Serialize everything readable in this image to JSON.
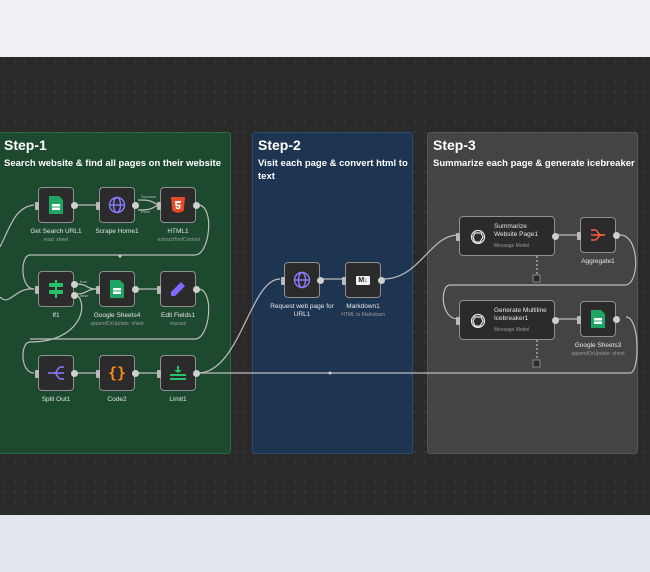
{
  "panels": [
    {
      "title": "Step-1",
      "subtitle": "Search website & find all pages on their website"
    },
    {
      "title": "Step-2",
      "subtitle": "Visit each page & convert html to text"
    },
    {
      "title": "Step-3",
      "subtitle": "Summarize each page & generate icebreaker"
    }
  ],
  "nodes": {
    "get_search": {
      "label": "Get Search URL1",
      "sub": "read: sheet"
    },
    "scrape_home": {
      "label": "Scrape Home1"
    },
    "html1": {
      "label": "HTML1",
      "sub": "extractHtmlContent"
    },
    "if1": {
      "label": "If1"
    },
    "sheets4": {
      "label": "Google Sheets4",
      "sub": "appendOrUpdate: sheet"
    },
    "edit_fields": {
      "label": "Edit Fields1",
      "sub": "manual"
    },
    "split_out": {
      "label": "Split Out1"
    },
    "code2": {
      "label": "Code2"
    },
    "limit1": {
      "label": "Limit1"
    },
    "request": {
      "label": "Request web page for URL1"
    },
    "markdown": {
      "label": "Markdown1",
      "sub": "HTML to Markdown"
    },
    "summarize": {
      "title": "Summarize Website Page1",
      "sub": "Message Model"
    },
    "aggregate": {
      "label": "Aggregate1"
    },
    "generate": {
      "title": "Generate Multiline Icebreaker1",
      "sub": "Message Model"
    },
    "sheets3": {
      "label": "Google Sheets3",
      "sub": "appendOrUpdate: sheet"
    }
  },
  "edge_labels": {
    "success": "Success",
    "error": "Error",
    "true": "true",
    "false": "false"
  },
  "colors": {
    "step1": "#1d4a2f",
    "step2": "#1e3552",
    "step3": "#444444",
    "canvas": "#2a2a2a"
  }
}
